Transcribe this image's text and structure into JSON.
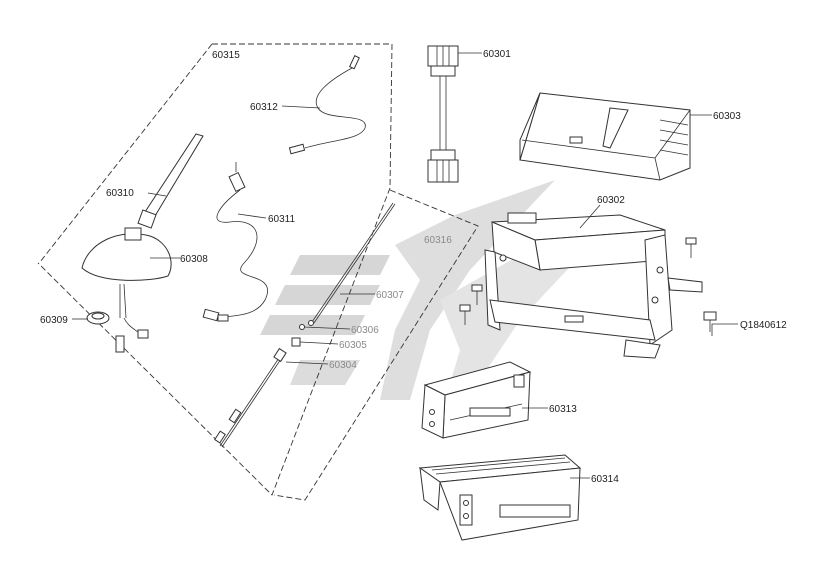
{
  "watermark": {
    "color": "#b5b5b5"
  },
  "groups": {
    "antenna_group": "60315",
    "mast_group": "60316"
  },
  "parts": [
    {
      "id": "60301"
    },
    {
      "id": "60303"
    },
    {
      "id": "60302"
    },
    {
      "id": "Q1840612"
    },
    {
      "id": "60313"
    },
    {
      "id": "60314"
    },
    {
      "id": "60312"
    },
    {
      "id": "60311"
    },
    {
      "id": "60310"
    },
    {
      "id": "60308"
    },
    {
      "id": "60309"
    },
    {
      "id": "60307"
    },
    {
      "id": "60306"
    },
    {
      "id": "60305"
    },
    {
      "id": "60304"
    }
  ]
}
